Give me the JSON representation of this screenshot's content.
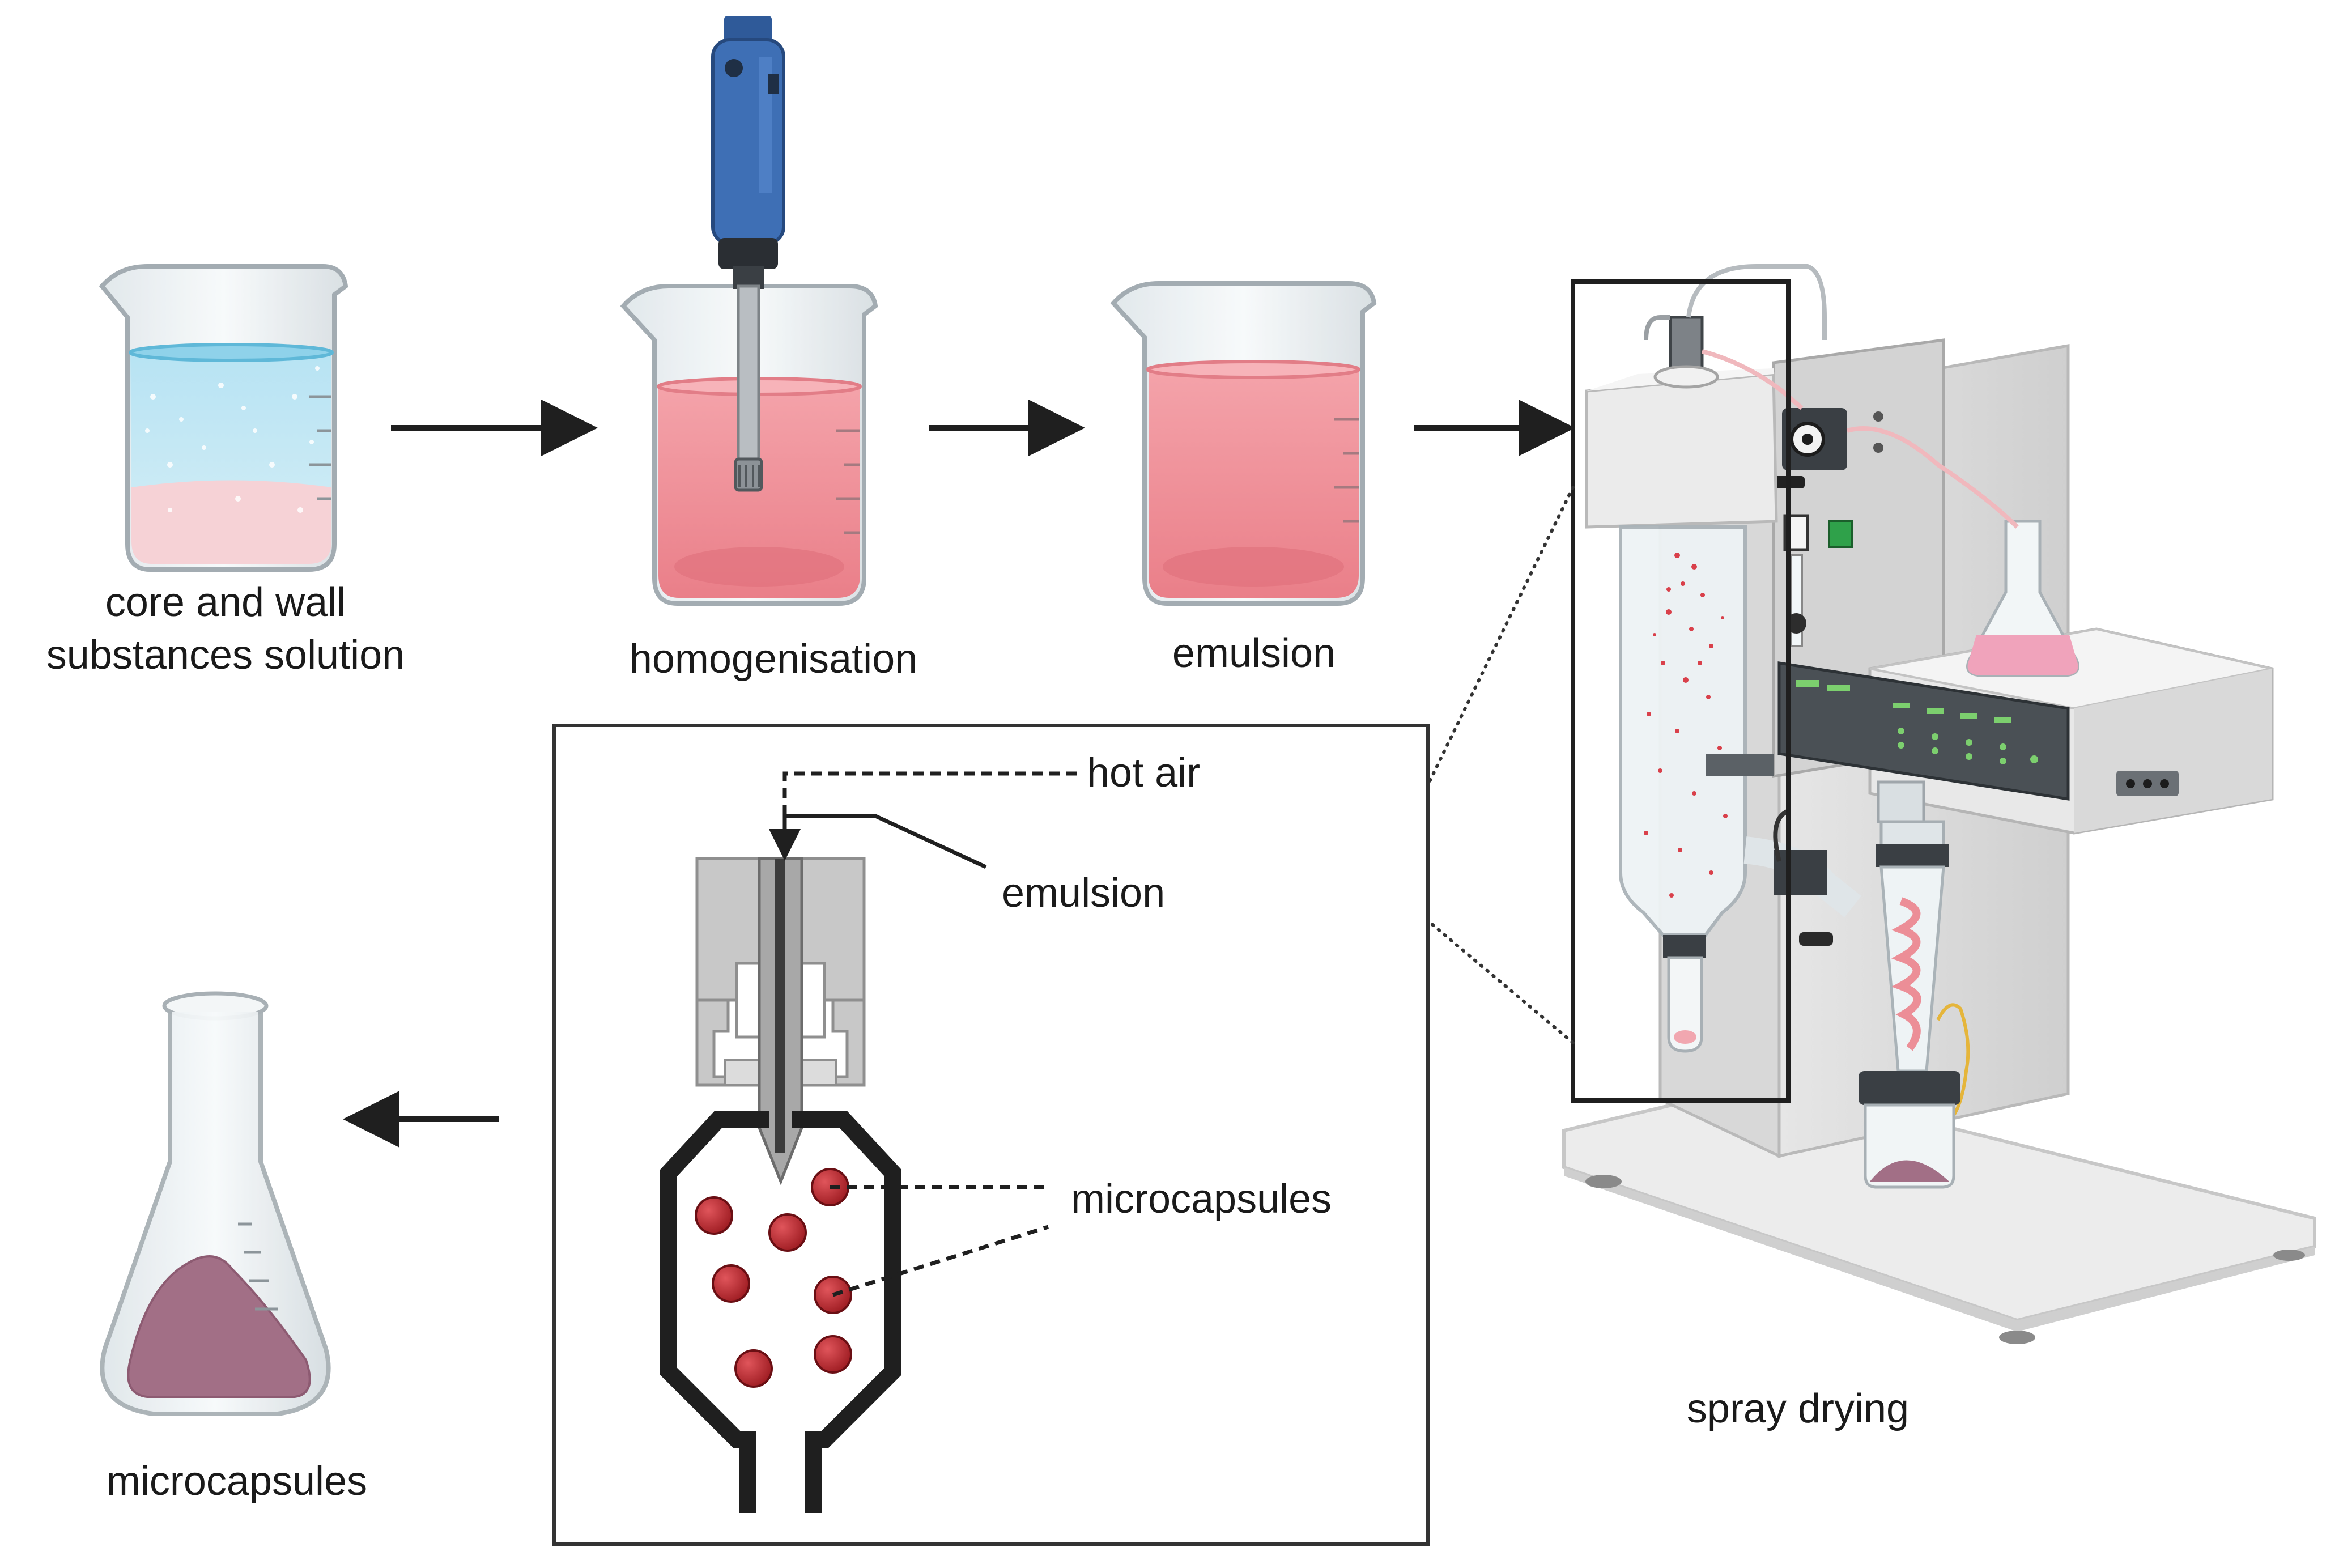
{
  "labels": {
    "step1_line1": "core and wall",
    "step1_line2": "substances solution",
    "step2": "homogenisation",
    "step3": "emulsion",
    "step4": "spray drying",
    "step5": "microcapsules"
  },
  "inset": {
    "hot_air": "hot air",
    "emulsion": "emulsion",
    "microcapsules": "microcapsules"
  },
  "colors": {
    "arrow": "#1f1f1f",
    "liquid_blue": "#a9dcef",
    "liquid_pink": "#f08e97",
    "powder": "#a26f86",
    "droplet": "#b3242a",
    "homogeniser_blue": "#3e6fb5"
  }
}
